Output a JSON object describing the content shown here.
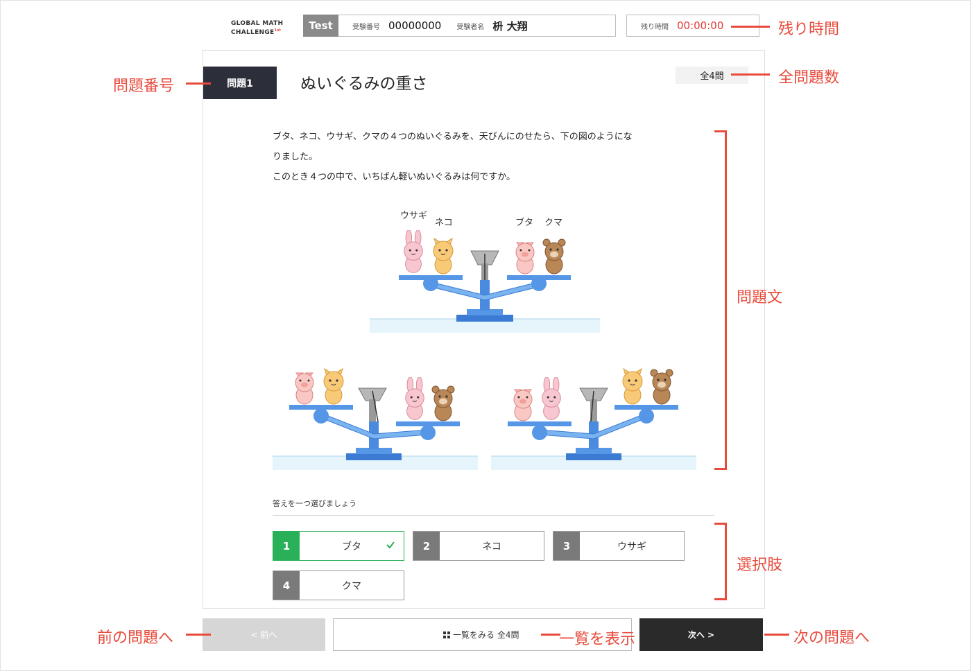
{
  "header": {
    "logo_line1": "GLOBAL MATH",
    "logo_line2": "CHALLENGE",
    "logo_sup": "1st",
    "test_badge": "Test",
    "exam_number_label": "受験番号",
    "exam_number": "00000000",
    "examinee_label": "受験者名",
    "examinee_name": "枡 大翔",
    "time_label": "残り時間",
    "time_value": "00:00:00"
  },
  "question": {
    "number": "問題1",
    "title": "ぬいぐるみの重さ",
    "total": "全4問",
    "text_line1": "ブタ、ネコ、ウサギ、クマの４つのぬいぐるみを、天びんにのせたら、下の図のようにな",
    "text_line2": "りました。",
    "text_line3": "このとき４つの中で、いちばん軽いぬいぐるみは何ですか。",
    "figure_labels": {
      "rabbit": "ウサギ",
      "cat": "ネコ",
      "pig": "ブタ",
      "bear": "クマ"
    }
  },
  "answer": {
    "instruction": "答えを一つ選びましょう",
    "choices": [
      {
        "num": "1",
        "label": "ブタ"
      },
      {
        "num": "2",
        "label": "ネコ"
      },
      {
        "num": "3",
        "label": "ウサギ"
      },
      {
        "num": "4",
        "label": "クマ"
      }
    ]
  },
  "nav": {
    "prev": "< 前へ",
    "list": "一覧をみる 全4問",
    "next": "次へ >"
  },
  "annotations": {
    "remaining_time": "残り時間",
    "question_number": "問題番号",
    "total_questions": "全問題数",
    "question_text": "問題文",
    "choices": "選択肢",
    "prev_question": "前の問題へ",
    "show_list": "一覧を表示",
    "next_question": "次の問題へ"
  },
  "colors": {
    "accent_red": "#e84b3c",
    "selected_green": "#2bb05a",
    "dark": "#2c2e3a",
    "scale_blue": "#4a90e2"
  }
}
